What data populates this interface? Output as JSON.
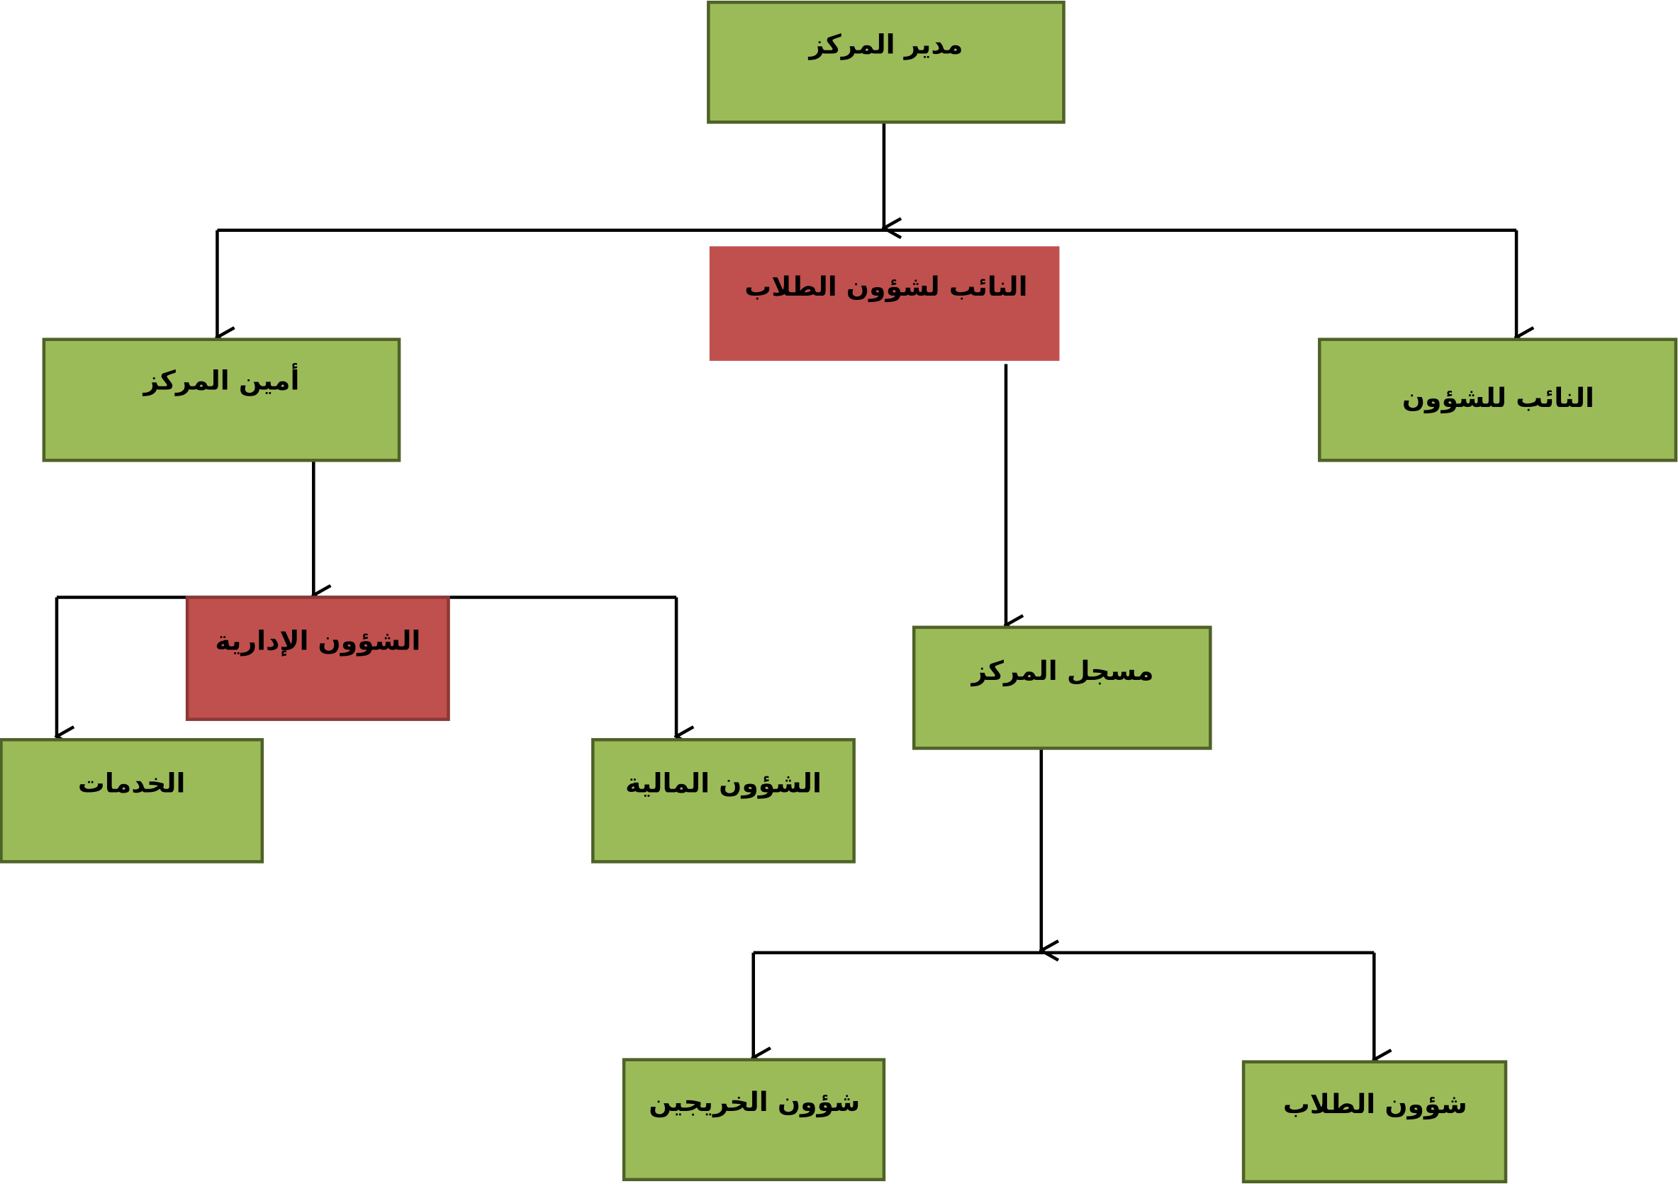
{
  "org_chart": {
    "colors": {
      "primary_box": "#9BBB59",
      "highlight_box": "#C0504D",
      "connector": "#000000"
    },
    "nodes": {
      "director": {
        "label": "مدير المركز",
        "color": "green"
      },
      "deputy_student_affairs": {
        "label": "النائب لشؤون الطلاب",
        "color": "red"
      },
      "secretary": {
        "label": "أمين المركز",
        "color": "green"
      },
      "deputy_affairs": {
        "label": "النائب للشؤون",
        "color": "green"
      },
      "admin_affairs": {
        "label": "الشؤون الإدارية",
        "color": "red"
      },
      "services": {
        "label": "الخدمات",
        "color": "green"
      },
      "financial_affairs": {
        "label": "الشؤون المالية",
        "color": "green"
      },
      "registrar": {
        "label": "مسجل المركز",
        "color": "green"
      },
      "graduates_affairs": {
        "label": "شؤون الخريجين",
        "color": "green"
      },
      "students_affairs": {
        "label": "شؤون الطلاب",
        "color": "green"
      }
    }
  }
}
